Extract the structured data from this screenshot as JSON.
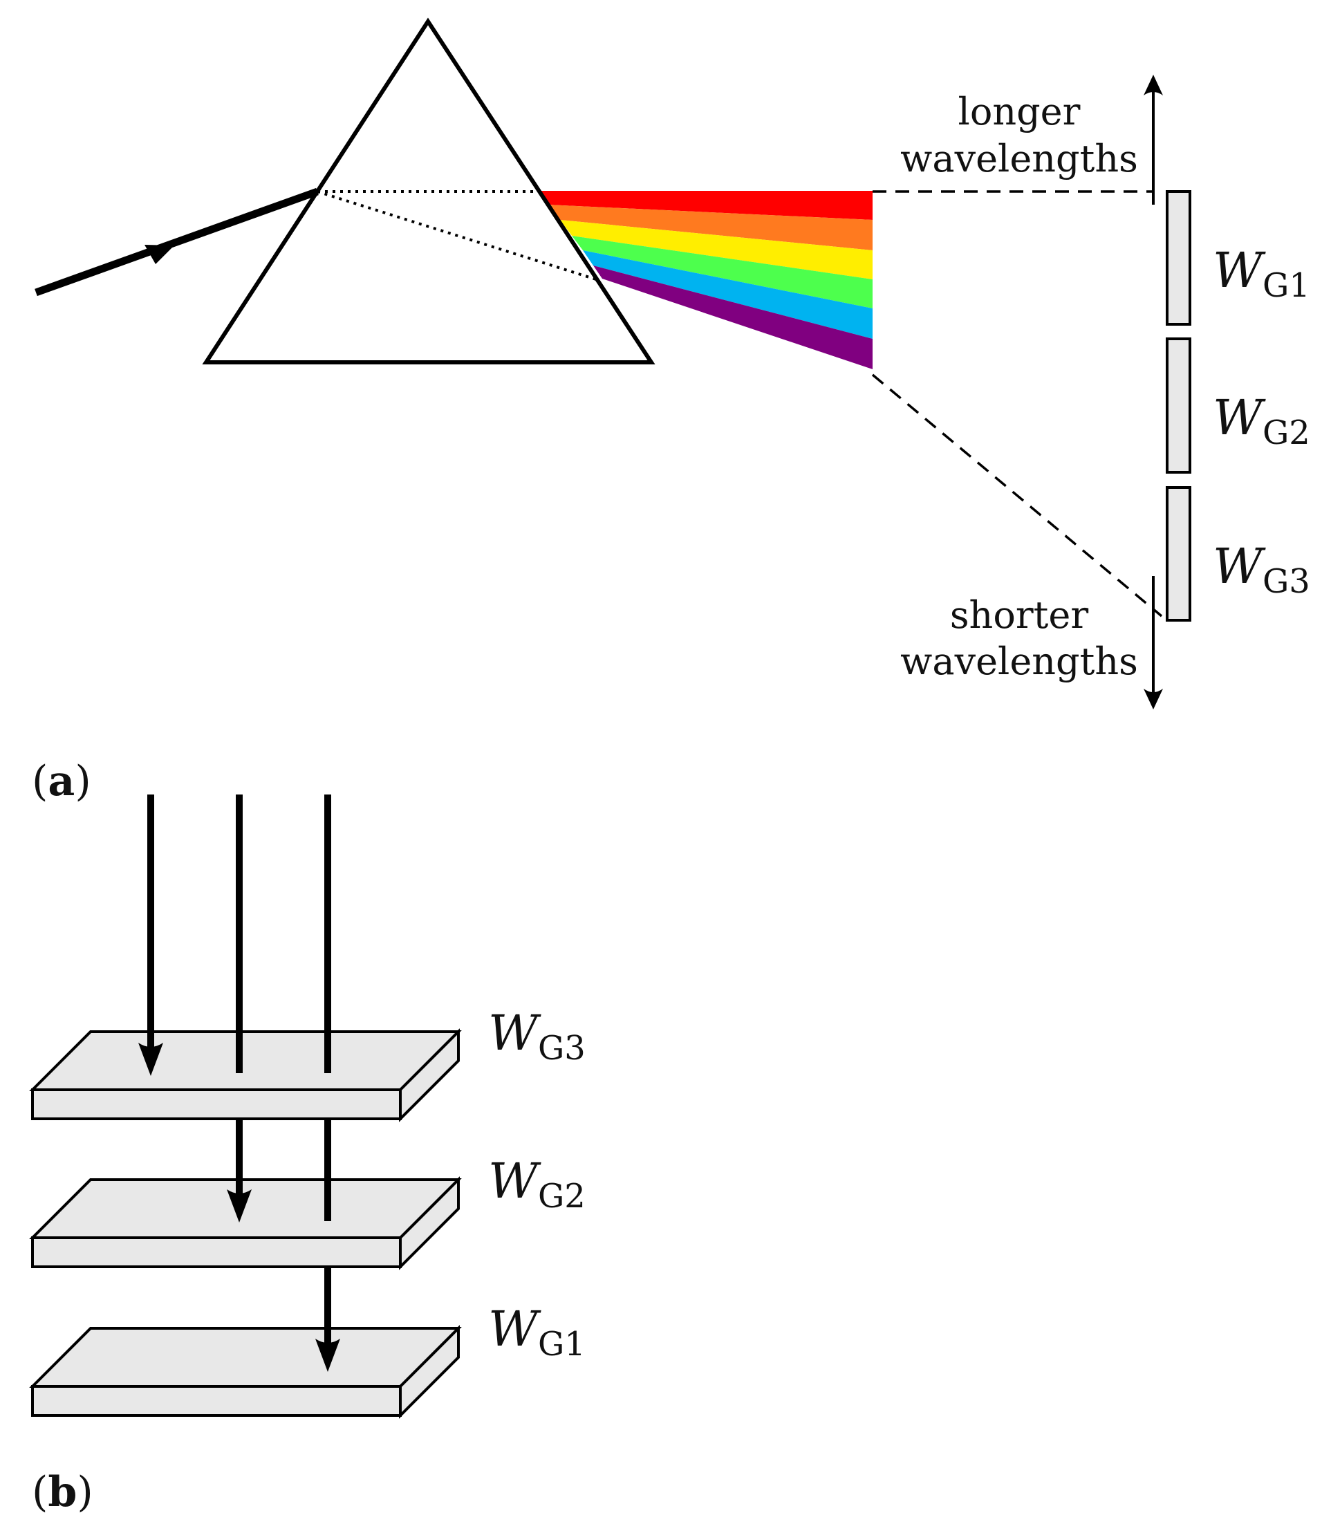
{
  "panel_a": {
    "label_open": "(",
    "label_letter": "a",
    "label_close": ")",
    "longer_line1": "longer",
    "longer_line2": "wavelengths",
    "shorter_line1": "shorter",
    "shorter_line2": "wavelengths",
    "spectrum_colors": [
      "#ff0000",
      "#ff7a1f",
      "#ffee00",
      "#4dff4d",
      "#00b3f0",
      "#800080"
    ],
    "filters": [
      {
        "main": "W",
        "sub": "G1"
      },
      {
        "main": "W",
        "sub": "G2"
      },
      {
        "main": "W",
        "sub": "G3"
      }
    ]
  },
  "panel_b": {
    "label_open": "(",
    "label_letter": "b",
    "label_close": ")",
    "slabs": [
      {
        "main": "W",
        "sub": "G3"
      },
      {
        "main": "W",
        "sub": "G2"
      },
      {
        "main": "W",
        "sub": "G1"
      }
    ]
  }
}
